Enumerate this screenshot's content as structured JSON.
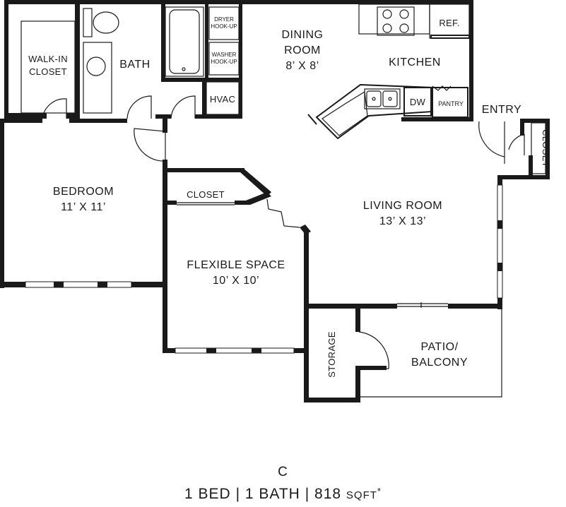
{
  "rooms": {
    "walk_in_closet": [
      "WALK-IN",
      "CLOSET"
    ],
    "bath": "BATH",
    "dryer_hookup": [
      "DRYER",
      "HOOK-UP"
    ],
    "washer_hookup": [
      "WASHER",
      "HOOK-UP"
    ],
    "dining_room": {
      "name": [
        "DINING",
        "ROOM"
      ],
      "size": "8’ X 8’"
    },
    "kitchen": "KITCHEN",
    "refrigerator": "REF.",
    "dishwasher": "DW",
    "pantry": "PANTRY",
    "hvac": "HVAC",
    "entry": "ENTRY",
    "entry_closet": "CLOSET",
    "bedroom": {
      "name": "BEDROOM",
      "size": "11’ X 11’"
    },
    "closet": "CLOSET",
    "living_room": {
      "name": "LIVING ROOM",
      "size": "13’ X 13’"
    },
    "flexible_space": {
      "name": "FLEXIBLE SPACE",
      "size": "10’ X 10’"
    },
    "storage": "STORAGE",
    "patio": [
      "PATIO/",
      "BALCONY"
    ]
  },
  "unit": {
    "name": "C",
    "beds": "1 BED",
    "baths": "1 BATH",
    "area": "818",
    "area_unit": "SQFT",
    "footnote_mark": "*",
    "separator": "|"
  }
}
